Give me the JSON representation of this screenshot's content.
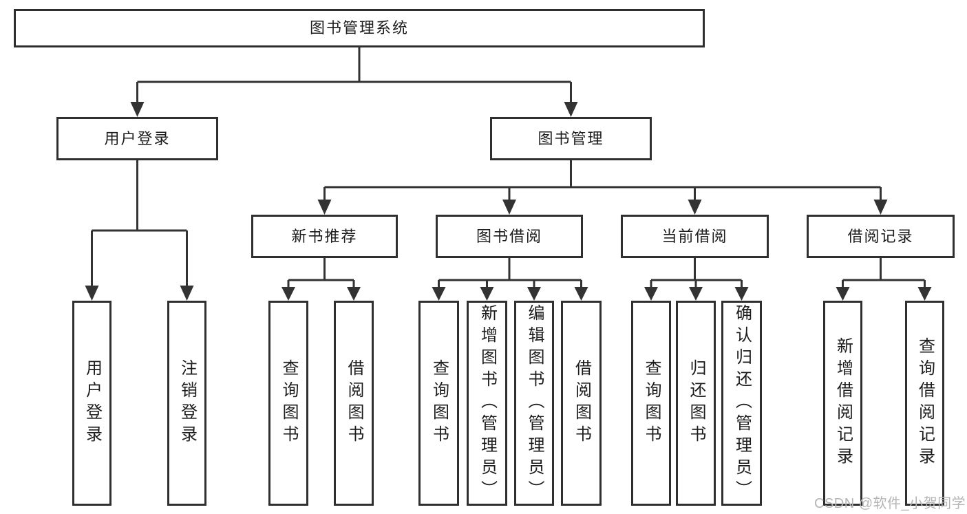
{
  "diagram": {
    "root": {
      "label": "图书管理系统"
    },
    "branches": [
      {
        "label": "用户登录",
        "children": [
          {
            "label": "用户登录"
          },
          {
            "label": "注销登录"
          }
        ]
      },
      {
        "label": "图书管理",
        "children": [
          {
            "label": "新书推荐",
            "children": [
              {
                "label": "查询图书"
              },
              {
                "label": "借阅图书"
              }
            ]
          },
          {
            "label": "图书借阅",
            "children": [
              {
                "label": "查询图书"
              },
              {
                "label": "新增图书（管理员）"
              },
              {
                "label": "编辑图书（管理员）"
              },
              {
                "label": "借阅图书"
              }
            ]
          },
          {
            "label": "当前借阅",
            "children": [
              {
                "label": "查询图书"
              },
              {
                "label": "归还图书"
              },
              {
                "label": "确认归还（管理员）"
              }
            ]
          },
          {
            "label": "借阅记录",
            "children": [
              {
                "label": "新增借阅记录"
              },
              {
                "label": "查询借阅记录"
              }
            ]
          }
        ]
      }
    ]
  },
  "watermark": {
    "text": "CSDN @软件_小贺同学"
  },
  "colors": {
    "line": "#333333",
    "box_border": "#2f2f2f",
    "text": "#1c1c1c",
    "watermark": "#b5b5b5",
    "background": "#ffffff"
  }
}
